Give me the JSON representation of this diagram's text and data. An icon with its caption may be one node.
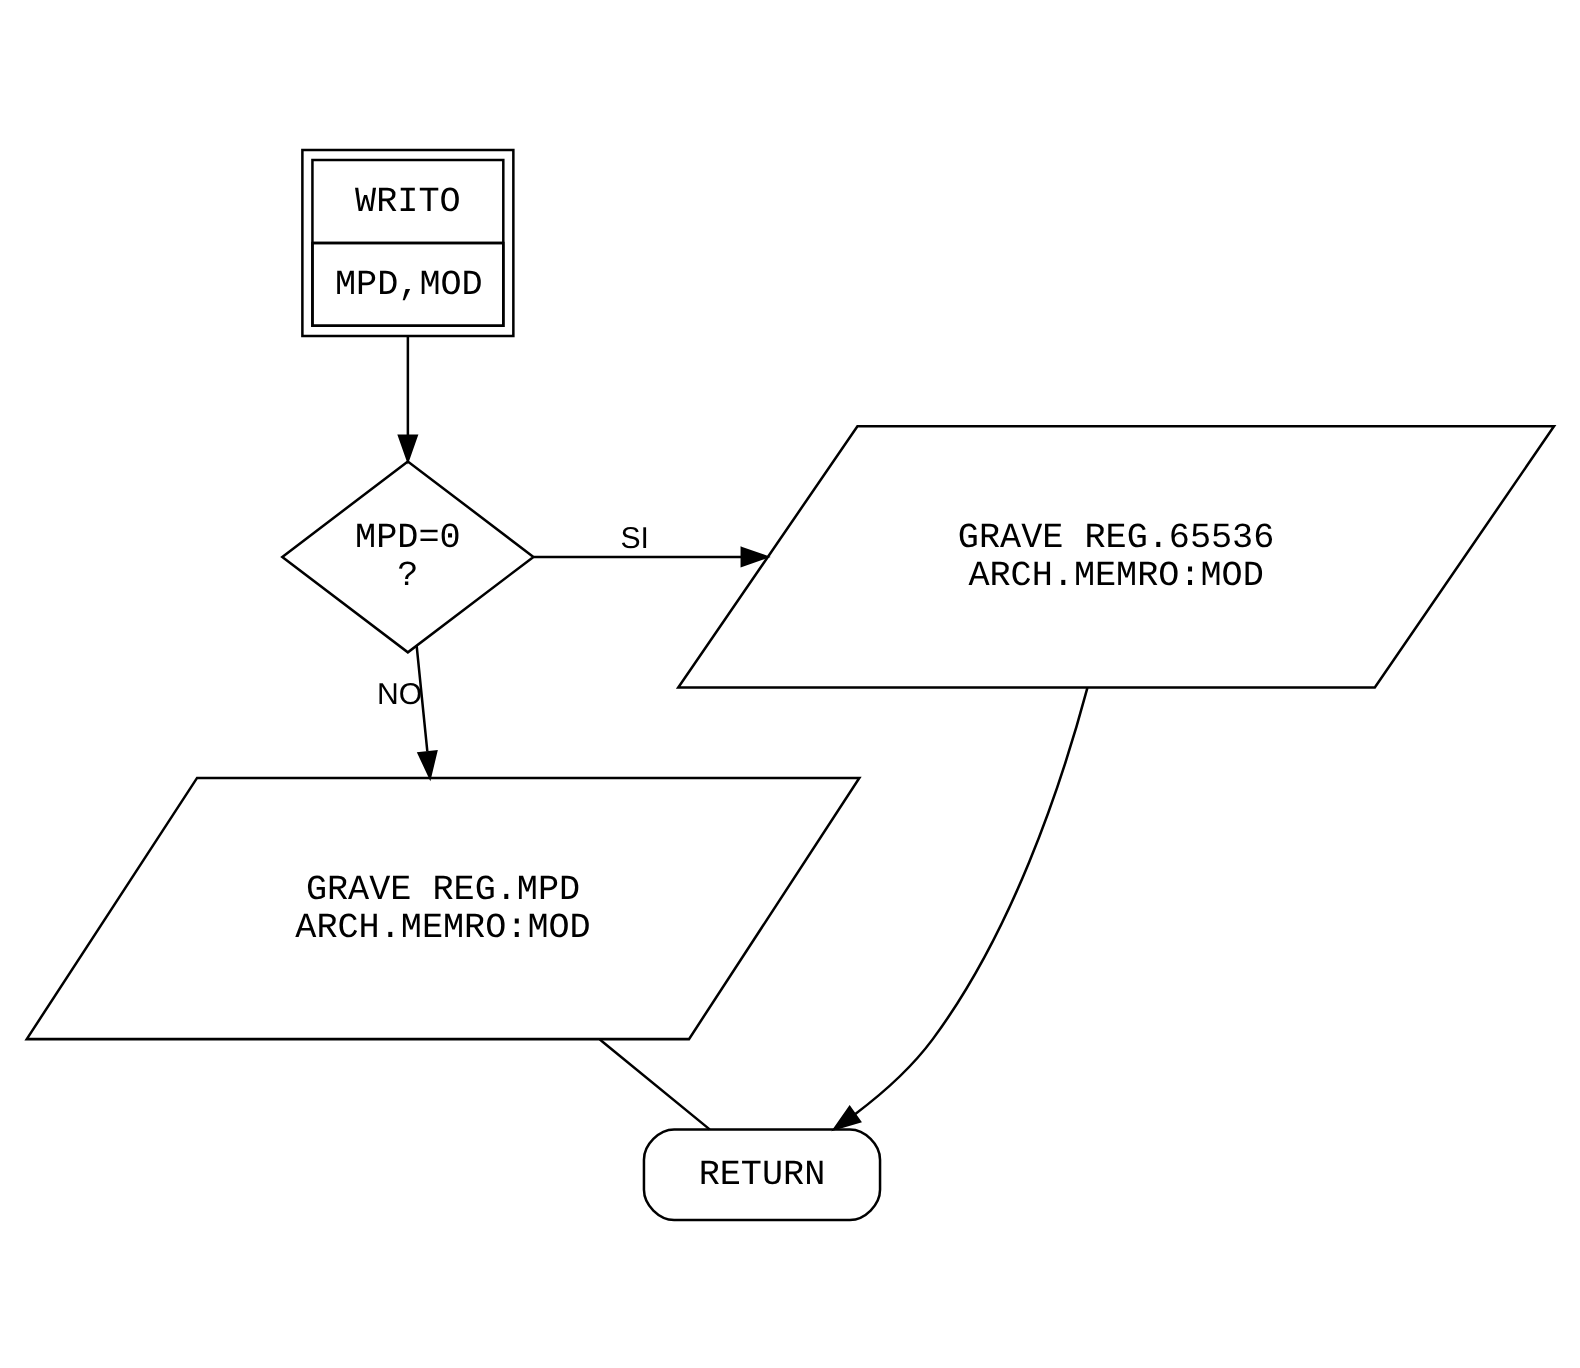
{
  "diagram": {
    "nodes": [
      {
        "text": [
          "WRITO",
          "MPD,MOD"
        ]
      },
      {
        "text": [
          "MPD=0",
          "?"
        ]
      },
      {
        "text": [
          "GRAVE REG.65536",
          "ARCH.MEMRO:MOD"
        ]
      },
      {
        "text": [
          "GRAVE REG.MPD",
          "ARCH.MEMRO:MOD"
        ]
      },
      {
        "text": [
          "RETURN"
        ]
      }
    ],
    "edges": [
      {
        "from": 0,
        "to": 1,
        "arrow": "to"
      },
      {
        "from": 1,
        "to": 2,
        "arrow": "to",
        "label": "SI"
      },
      {
        "from": 1,
        "to": 3,
        "arrow": "to",
        "label": "NO"
      },
      {
        "from": 3,
        "to": 4,
        "arrow": "none"
      },
      {
        "from": 2,
        "to": 4,
        "arrow": "to"
      }
    ]
  }
}
